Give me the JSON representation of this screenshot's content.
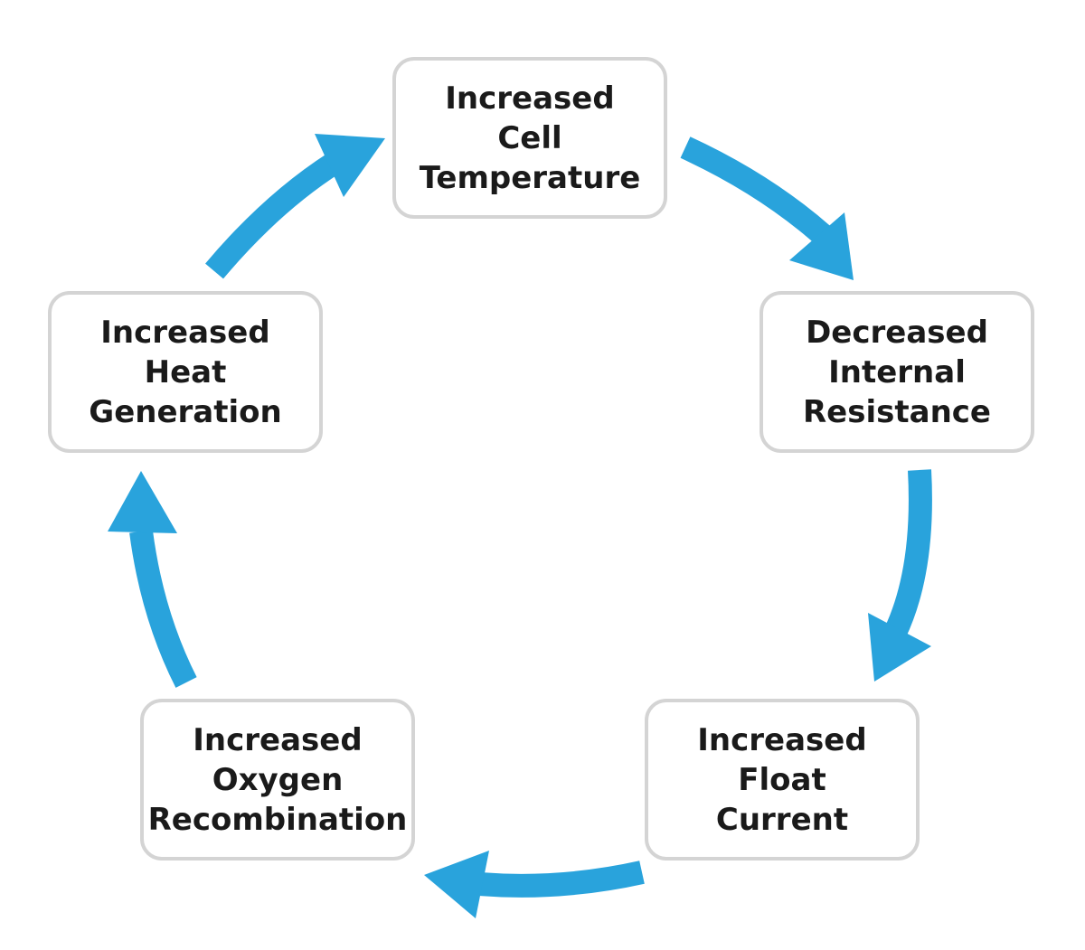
{
  "colors": {
    "arrow": "#29a3dc",
    "box_border": "#d4d4d4",
    "text": "#1a1a1a"
  },
  "nodes": {
    "top": {
      "lines": [
        "Increased",
        "Cell",
        "Temperature"
      ]
    },
    "right": {
      "lines": [
        "Decreased",
        "Internal",
        "Resistance"
      ]
    },
    "bottom_right": {
      "lines": [
        "Increased",
        "Float",
        "Current"
      ]
    },
    "bottom_left": {
      "lines": [
        "Increased",
        "Oxygen",
        "Recombination"
      ]
    },
    "left": {
      "lines": [
        "Increased",
        "Heat",
        "Generation"
      ]
    }
  }
}
